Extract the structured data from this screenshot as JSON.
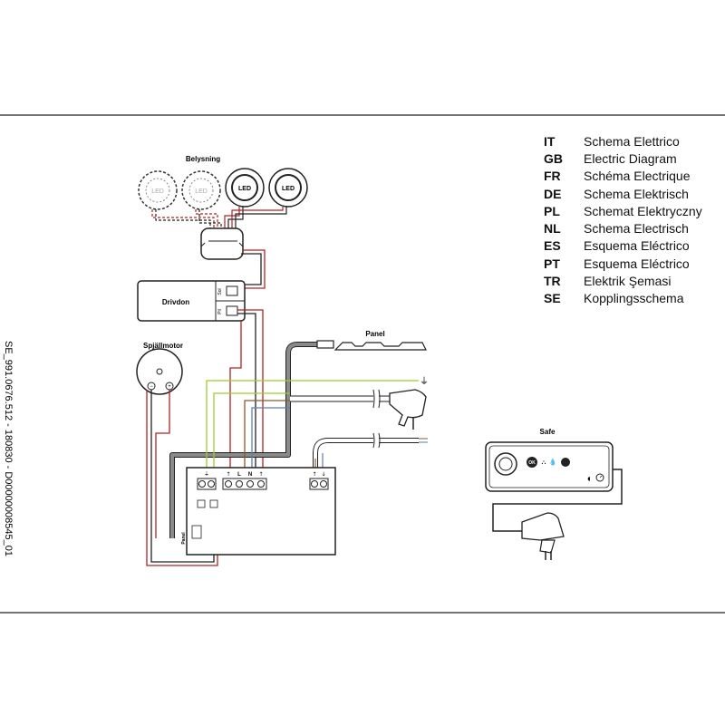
{
  "diagram": {
    "document_code": "SE_991.0676.512 - 180830 - D00000008545_01",
    "labels": {
      "belysning": "Belysning",
      "led": "LED",
      "drivdon": "Drivdon",
      "sol": "Sol",
      "pil": "Pil",
      "spjallmotor": "Spjällmotor",
      "panel": "Panel",
      "panel_connector": "Panel",
      "safe": "Safe",
      "ok": "OK",
      "terminal_L": "L",
      "terminal_N": "N"
    },
    "languages": [
      {
        "code": "IT",
        "name": "Schema Elettrico"
      },
      {
        "code": "GB",
        "name": "Electric Diagram"
      },
      {
        "code": "FR",
        "name": "Schéma Electrique"
      },
      {
        "code": "DE",
        "name": "Schema Elektrisch"
      },
      {
        "code": "PL",
        "name": "Schemat Elektryczny"
      },
      {
        "code": "NL",
        "name": "Schema Electrisch"
      },
      {
        "code": "ES",
        "name": "Esquema Eléctrico"
      },
      {
        "code": "PT",
        "name": "Esquema Eléctrico"
      },
      {
        "code": "TR",
        "name": "Elektrik Şemasi"
      },
      {
        "code": "SE",
        "name": "Kopplingsschema"
      }
    ],
    "colors": {
      "border": "#222222",
      "wire_red": "#b22222",
      "wire_green": "#9acd32",
      "wire_blue": "#5a7fb5",
      "wire_brown": "#8b5a2b",
      "cable_gray": "#8a8a8a"
    }
  }
}
